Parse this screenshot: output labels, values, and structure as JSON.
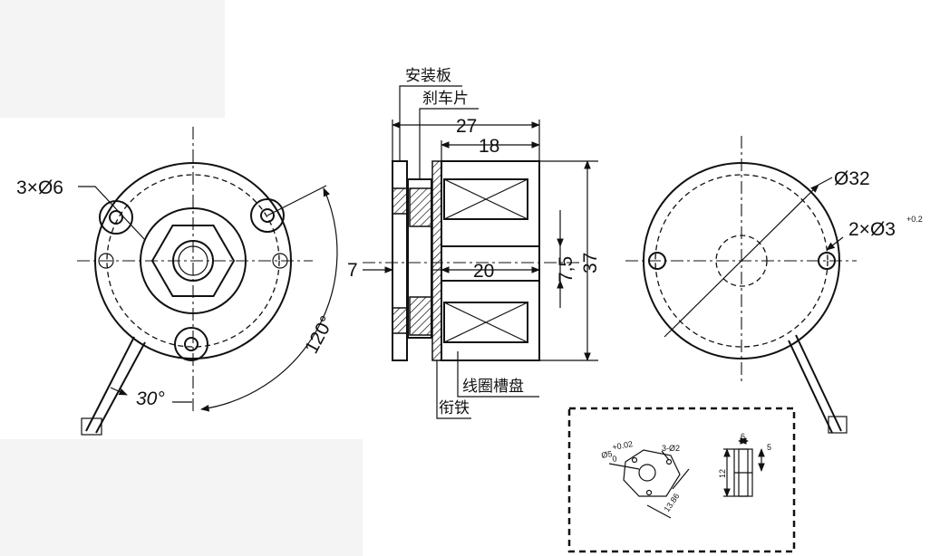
{
  "left_view": {
    "hole_label": "3×Ø6",
    "angle_120": "120°",
    "angle_30": "30°"
  },
  "section_view": {
    "mounting_plate": "安装板",
    "brake_disc": "刹车片",
    "coil_slot_disk": "线圈槽盘",
    "armature": "衔铁",
    "dim_total": "27",
    "dim_body": "18",
    "dim_gap": "7",
    "dim_20": "20",
    "dim_75": "7,5",
    "dim_37": "37"
  },
  "right_view": {
    "diameter": "Ø32",
    "holes": "2×Ø3",
    "tolerance": "+0.2"
  },
  "detail_box": {
    "bore_label": "Ø5",
    "bore_tol_upper": "+0.02",
    "bore_tol_lower": "0",
    "holes": "3-Ø2",
    "across": "13.86",
    "dim_6": "6",
    "dim_5": "5",
    "dim_12": "12"
  }
}
